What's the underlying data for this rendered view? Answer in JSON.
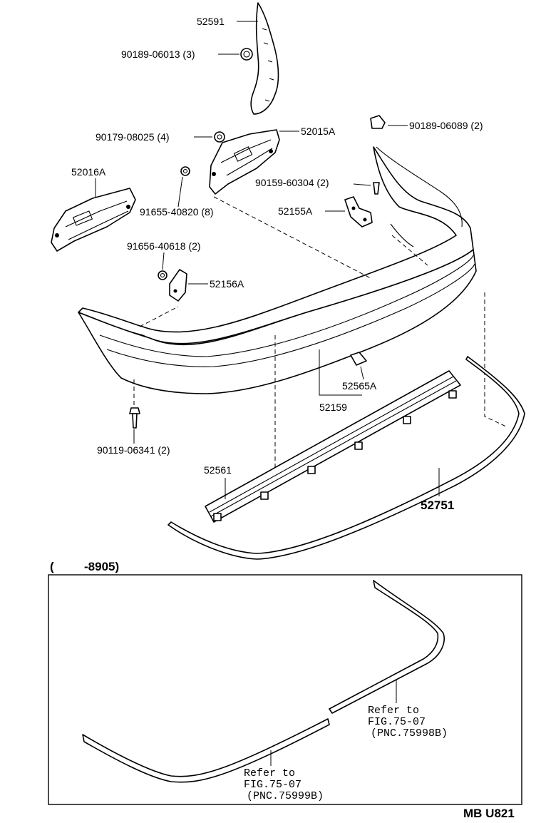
{
  "labels": {
    "p52591": "52591",
    "p90189_06013": "90189-06013 (3)",
    "p90179_08025": "90179-08025 (4)",
    "p52015A": "52015A",
    "p90189_06089": "90189-06089 (2)",
    "p52016A": "52016A",
    "p90159_60304": "90159-60304 (2)",
    "p91655_40820": "91655-40820 (8)",
    "p52155A": "52155A",
    "p91656_40618": "91656-40618 (2)",
    "p52156A": "52156A",
    "p52565A": "52565A",
    "p52159": "52159",
    "p90119_06341": "90119-06341 (2)",
    "p52561": "52561",
    "p52751": "52751"
  },
  "inset": {
    "range_open": "(",
    "range_end": "-8905)",
    "ref_a_line1": "Refer to",
    "ref_a_line2": "FIG.75-07",
    "ref_a_line3": "(PNC.75998B)",
    "ref_b_line1": "Refer to",
    "ref_b_line2": "FIG.75-07",
    "ref_b_line3": "(PNC.75999B)"
  },
  "footer": {
    "code": "MB  U821"
  }
}
